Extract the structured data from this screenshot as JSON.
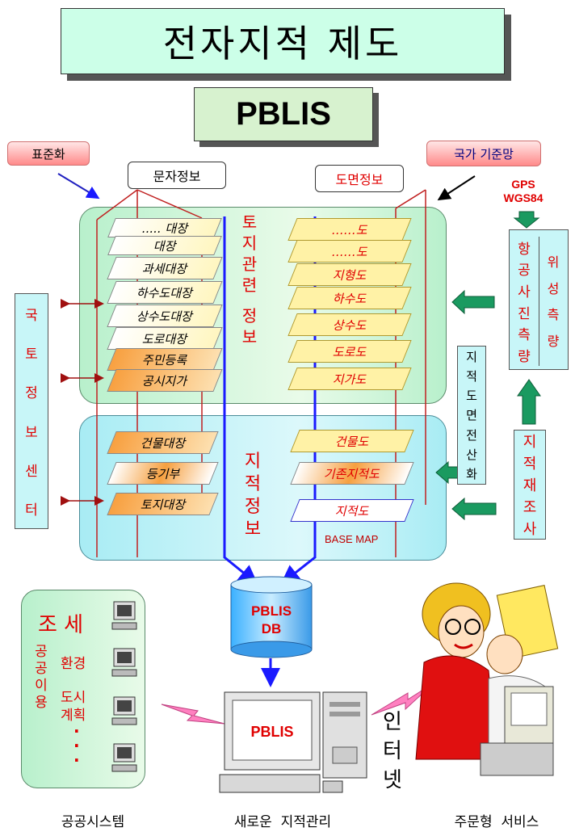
{
  "title": "전자지적 제도",
  "subtitle": "PBLIS",
  "tags": {
    "standardization": "표준화",
    "national_control": "국가 기준망",
    "text_info": "문자정보",
    "map_info": "도면정보"
  },
  "gps": {
    "line1": "GPS",
    "line2": "WGS84"
  },
  "land_registers": [
    "..... 대장",
    "대장",
    "과세대장",
    "하수도대장",
    "상수도대장",
    "도로대장",
    "주민등록",
    "공시지가"
  ],
  "land_maps": [
    "……도",
    "……도",
    "지형도",
    "하수도",
    "상수도",
    "도로도",
    "지가도"
  ],
  "cadastral_registers": [
    "건물대장",
    "등기부",
    "토지대장"
  ],
  "cadastral_maps": [
    "건물도",
    "기존지적도",
    "지적도"
  ],
  "land_info_label": [
    "토",
    "지",
    "관",
    "련",
    " ",
    "정",
    "보"
  ],
  "cadastral_info_label": [
    "지",
    "적",
    "정",
    "보"
  ],
  "base_map": "BASE MAP",
  "national_center": [
    "국",
    "토",
    "정",
    "보",
    "센",
    "터"
  ],
  "aerial_survey": [
    "항",
    "공",
    "사",
    "진",
    "측",
    "량"
  ],
  "satellite_survey": [
    "위",
    "성",
    "측",
    "량"
  ],
  "digitization": [
    "지",
    "적",
    "도",
    "면",
    "전",
    "산",
    "화"
  ],
  "resurvey": [
    "지",
    "적",
    "재",
    "조",
    "사"
  ],
  "db": {
    "line1": "PBLIS",
    "line2": "DB"
  },
  "public_box": {
    "tax": "조 세",
    "public_use": [
      "공",
      "공",
      "이",
      "용"
    ],
    "env": "환경",
    "city1": "도시",
    "city2": "계획",
    "dots": [
      ".",
      ".",
      "."
    ]
  },
  "pc_label": "PBLIS",
  "internet": [
    "인",
    "터",
    "넷"
  ],
  "bottom": {
    "left": "공공시스템",
    "center": "새로운  지적관리",
    "right": "주문형  서비스"
  },
  "colors": {
    "accent_red": "#e00000",
    "line_blue": "#1a1aff",
    "arrow_green": "#1a9a60",
    "arrow_dark_red": "#a01010"
  }
}
